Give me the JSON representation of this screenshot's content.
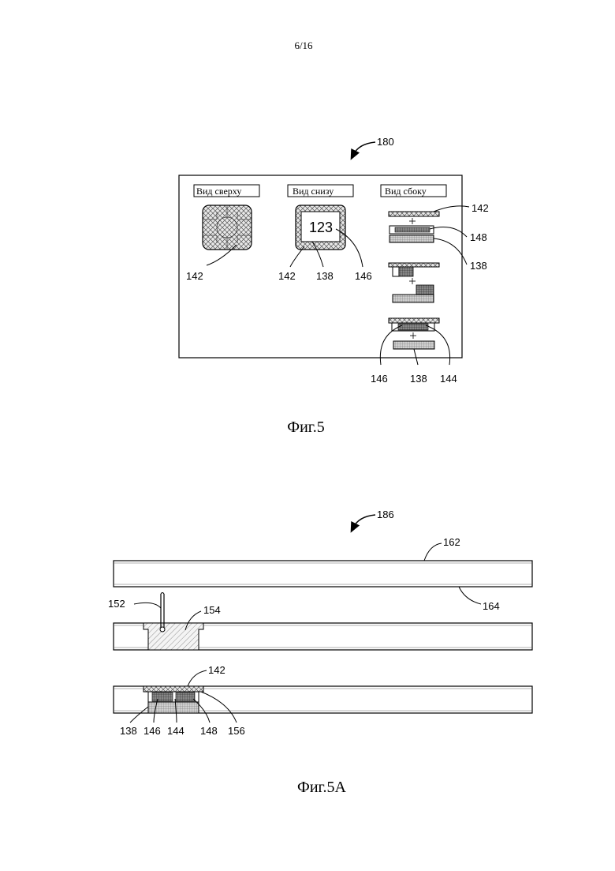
{
  "page": {
    "number": "6/16"
  },
  "figure5": {
    "reference": "180",
    "caption": "Фиг.5",
    "views": {
      "top": "Вид сверху",
      "bottom": "Вид снизу",
      "side": "Вид сбоку"
    },
    "chip_text": "123",
    "labels": {
      "top_142": "142",
      "bottom_142": "142",
      "bottom_138": "138",
      "bottom_146": "146",
      "side_142": "142",
      "side_148": "148",
      "side_138": "138",
      "side_146": "146",
      "side_138b": "138",
      "side_144": "144"
    }
  },
  "figure5a": {
    "reference": "186",
    "caption": "Фиг.5A",
    "labels": {
      "l162": "162",
      "l164": "164",
      "l152": "152",
      "l154": "154",
      "l142": "142",
      "l138": "138",
      "l146": "146",
      "l144": "144",
      "l148": "148",
      "l156": "156"
    }
  },
  "colors": {
    "line": "#000000",
    "hatch_light": "#9a9a9a",
    "fill_gray": "#cfcfcf"
  }
}
